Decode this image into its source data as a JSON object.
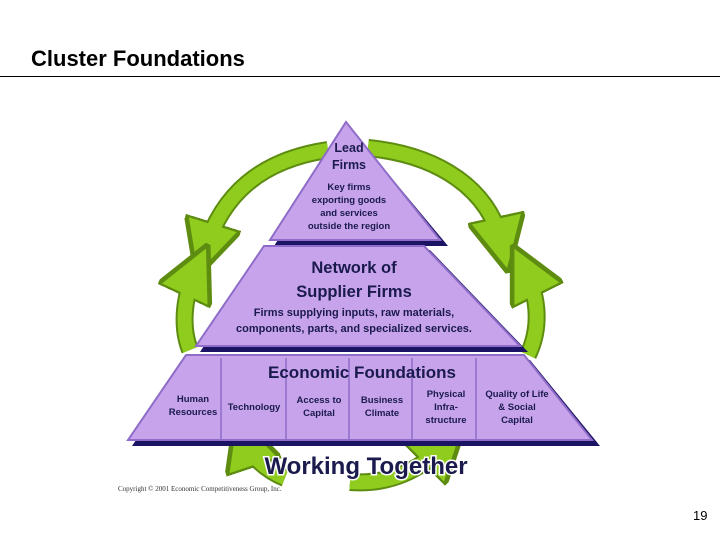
{
  "slide": {
    "title": "Cluster Foundations",
    "page_number": "19",
    "copyright": "Copyright © 2001 Economic Competitiveness Group, Inc."
  },
  "pyramid": {
    "lead": {
      "title_line1": "Lead",
      "title_line2": "Firms",
      "desc": [
        "Key firms",
        "exporting goods",
        "and services",
        "outside the region"
      ]
    },
    "network": {
      "title_line1": "Network of",
      "title_line2": "Supplier Firms",
      "desc": [
        "Firms supplying inputs, raw materials,",
        "components, parts, and specialized services."
      ]
    },
    "economic": {
      "title": "Economic Foundations",
      "columns": [
        [
          "Human",
          "Resources"
        ],
        [
          "Technology"
        ],
        [
          "Access to",
          "Capital"
        ],
        [
          "Business",
          "Climate"
        ],
        [
          "Physical",
          "Infra-",
          "structure"
        ],
        [
          "Quality of Life",
          "& Social",
          "Capital"
        ]
      ]
    },
    "banner": "Working Together"
  },
  "colors": {
    "pyramid_fill": "#c7a3ec",
    "pyramid_edge": "#8e6cc7",
    "pyramid_shadow": "#1b1464",
    "arrow_green": "#8fcc1e",
    "arrow_dark": "#5d8c10",
    "text": "#1a1a4d"
  }
}
